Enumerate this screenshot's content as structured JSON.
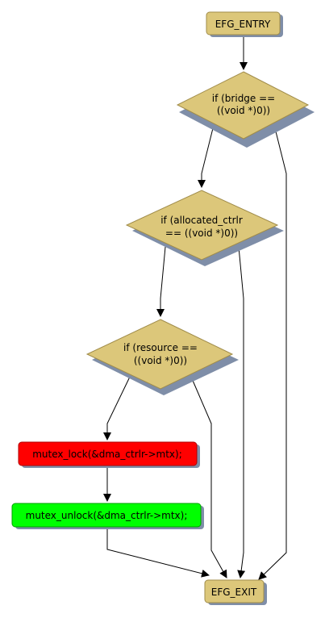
{
  "nodes": {
    "entry": {
      "label": "EFG_ENTRY",
      "kind": "terminal"
    },
    "cond_bridge": {
      "line1": "if (bridge ==",
      "line2": "((void *)0))",
      "kind": "decision"
    },
    "cond_allocated": {
      "line1": "if (allocated_ctrlr",
      "line2": "== ((void *)0))",
      "kind": "decision"
    },
    "cond_resource": {
      "line1": "if (resource ==",
      "line2": "((void *)0))",
      "kind": "decision"
    },
    "mutex_lock": {
      "label": "mutex_lock(&dma_ctrlr->mtx);",
      "kind": "statement"
    },
    "mutex_unlock": {
      "label": "mutex_unlock(&dma_ctrlr->mtx);",
      "kind": "statement"
    },
    "exit": {
      "label": "EFG_EXIT",
      "kind": "terminal"
    }
  },
  "edges": [
    {
      "from": "entry",
      "to": "cond_bridge"
    },
    {
      "from": "cond_bridge",
      "to": "cond_allocated"
    },
    {
      "from": "cond_bridge",
      "to": "exit"
    },
    {
      "from": "cond_allocated",
      "to": "cond_resource"
    },
    {
      "from": "cond_allocated",
      "to": "exit"
    },
    {
      "from": "cond_resource",
      "to": "mutex_lock"
    },
    {
      "from": "cond_resource",
      "to": "exit"
    },
    {
      "from": "mutex_lock",
      "to": "mutex_unlock"
    },
    {
      "from": "mutex_unlock",
      "to": "exit"
    }
  ],
  "colors": {
    "terminal_fill": "#dcc77a",
    "decision_fill": "#dcc77a",
    "lock_fill": "#ff0000",
    "unlock_fill": "#00ff00",
    "shadow": "#7f8ea8",
    "border": "#a08c4a",
    "edge": "#000000"
  }
}
